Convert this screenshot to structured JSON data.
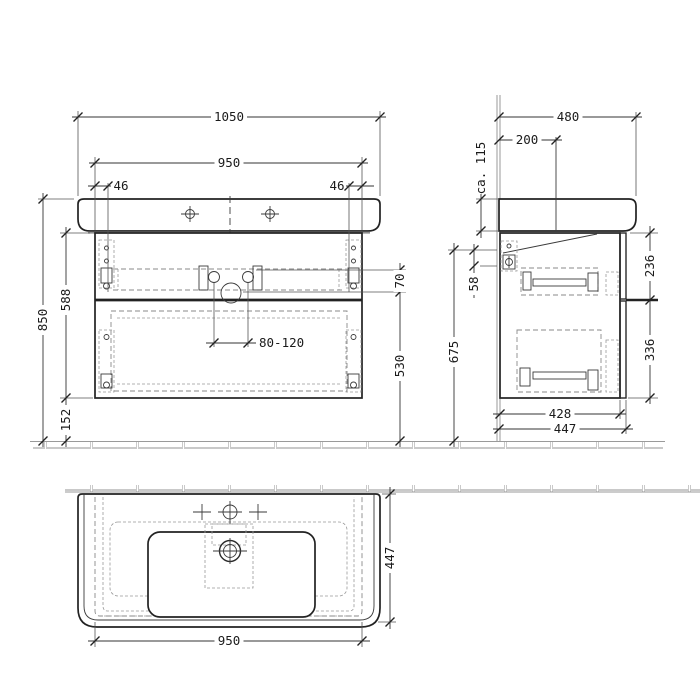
{
  "drawing": {
    "front_view": {
      "overall_width": "1050",
      "mounting_width": "950",
      "offset_left": "46",
      "offset_right": "46",
      "overall_height": "850",
      "cabinet_height": "588",
      "bottom_clearance": "152",
      "supply_spacing": "80-120",
      "supply_drain_gap": "70",
      "drain_height": "530"
    },
    "side_view": {
      "overall_depth": "480",
      "tap_distance": "200",
      "basin_height": "ca. 115",
      "mounting_offset": "58",
      "connection_height": "675",
      "upper_front_height": "236",
      "lower_front_height": "336",
      "carcass_depth": "428",
      "total_depth": "447"
    },
    "plan_view": {
      "cabinet_width": "950",
      "cabinet_depth": "447"
    }
  }
}
